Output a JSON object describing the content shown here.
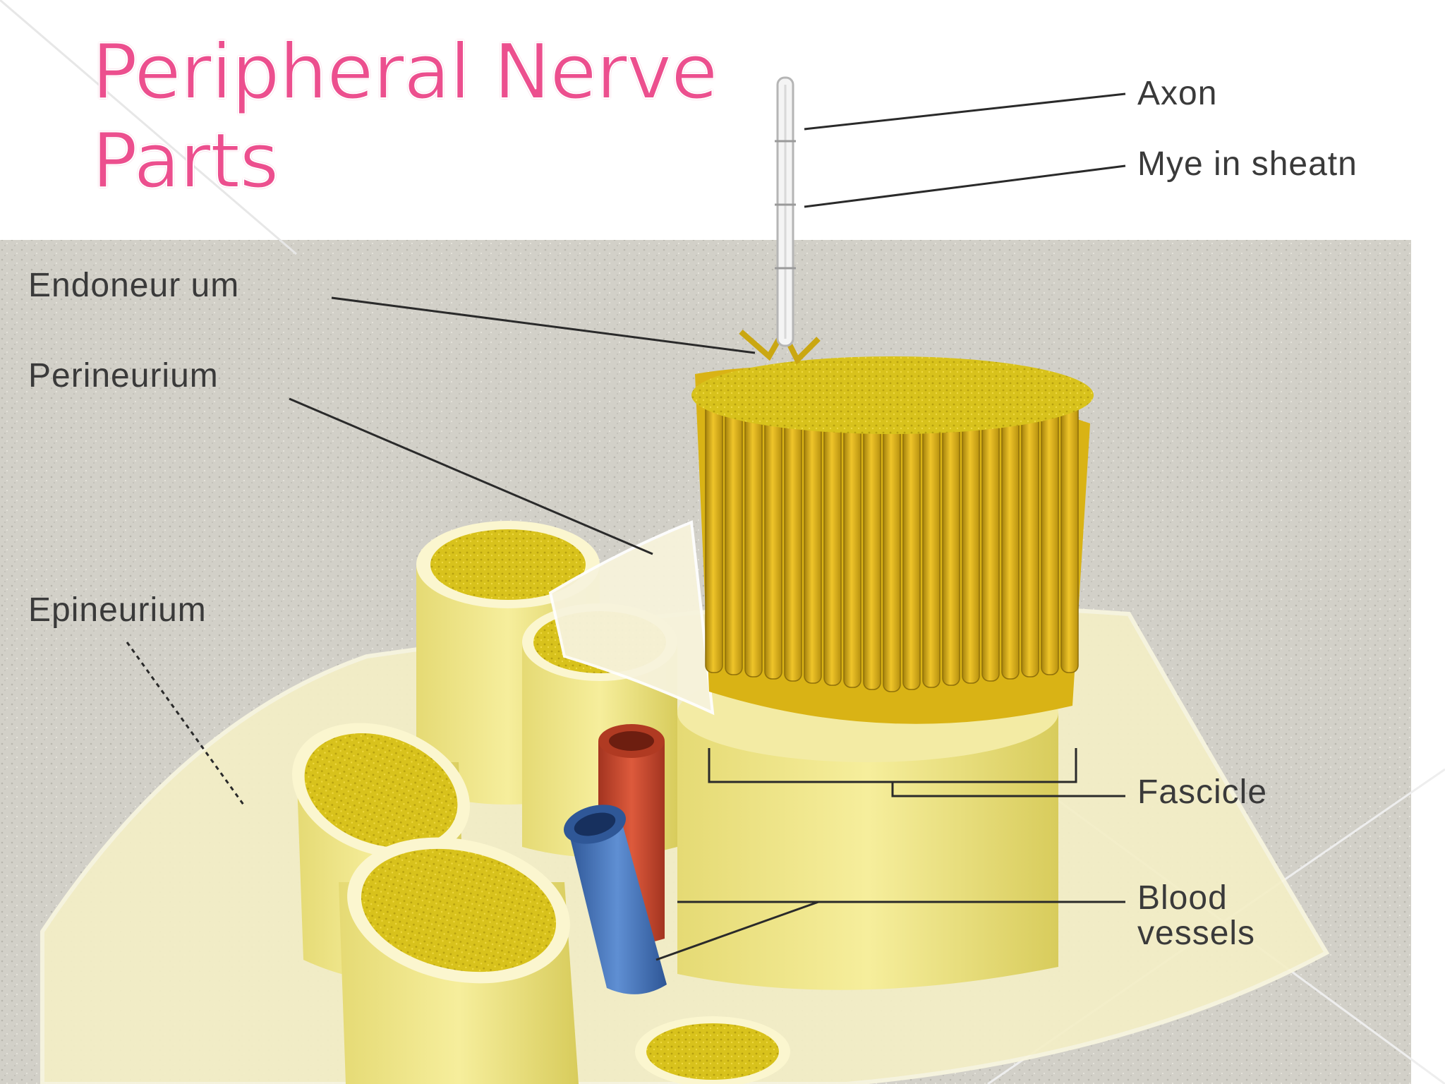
{
  "slide": {
    "title_line1": "Peripheral Nerve",
    "title_line2": "Parts",
    "title_color": "#ec4f8e"
  },
  "diagram": {
    "labels": {
      "axon": "Axon",
      "myelin_sheath": "Mye in sheatn",
      "endoneurium": "Endoneur um",
      "perineurium": "Perineurium",
      "epineurium": "Epineurium",
      "fascicle": "Fascicle",
      "blood_vessels": "Blood vessels"
    },
    "colors": {
      "fascicle_yellow": "#e2c31a",
      "epineurium": "#f6f1c9",
      "artery": "#c8442a",
      "vein": "#3e6fb5"
    }
  }
}
